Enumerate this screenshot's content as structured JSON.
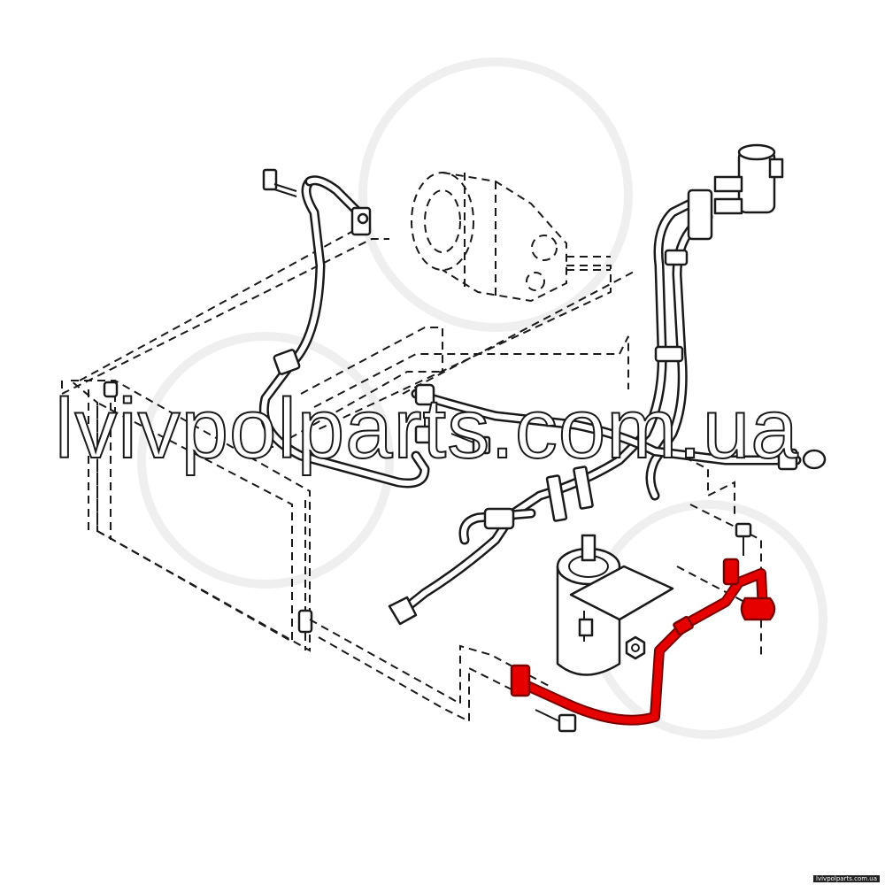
{
  "watermark": {
    "text": "lvivpolparts.com.ua"
  },
  "credit": {
    "text": "lvivpolparts.com.ua"
  },
  "colors": {
    "highlight": "#e60000",
    "line": "#1a1a1a",
    "background": "#ffffff"
  },
  "parts": [
    {
      "name": "ac-compressor",
      "highlighted": false
    },
    {
      "name": "condenser",
      "highlighted": false
    },
    {
      "name": "receiver-drier",
      "highlighted": false
    },
    {
      "name": "expansion-valve",
      "highlighted": false
    },
    {
      "name": "suction-hose",
      "highlighted": false
    },
    {
      "name": "discharge-hose",
      "highlighted": false
    },
    {
      "name": "liquid-line-pipe",
      "highlighted": true
    }
  ]
}
